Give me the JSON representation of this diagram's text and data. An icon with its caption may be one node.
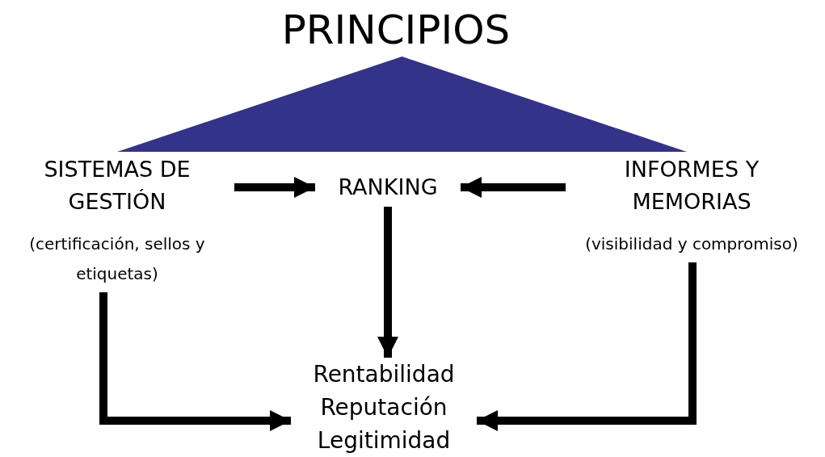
{
  "diagram": {
    "title": "PRINCIPIOS",
    "nodes": [
      {
        "text": [],
        "shape": "triangle"
      },
      {
        "text": [
          "SISTEMAS DE GESTIÓN",
          "(certificación, sellos y etiquetas)"
        ]
      },
      {
        "text": [
          "RANKING"
        ]
      },
      {
        "text": [
          "INFORMES Y MEMORIAS",
          "(visibilidad y compromiso)"
        ]
      },
      {
        "text": [
          "Rentabilidad",
          "Reputación",
          "Legitimidad"
        ]
      }
    ],
    "edges": [
      {
        "from": 1,
        "to": 2,
        "arrow": "to"
      },
      {
        "from": 3,
        "to": 2,
        "arrow": "to"
      },
      {
        "from": 2,
        "to": 4,
        "arrow": "to"
      },
      {
        "from": 1,
        "to": 4,
        "arrow": "to"
      },
      {
        "from": 3,
        "to": 4,
        "arrow": "to"
      }
    ]
  }
}
